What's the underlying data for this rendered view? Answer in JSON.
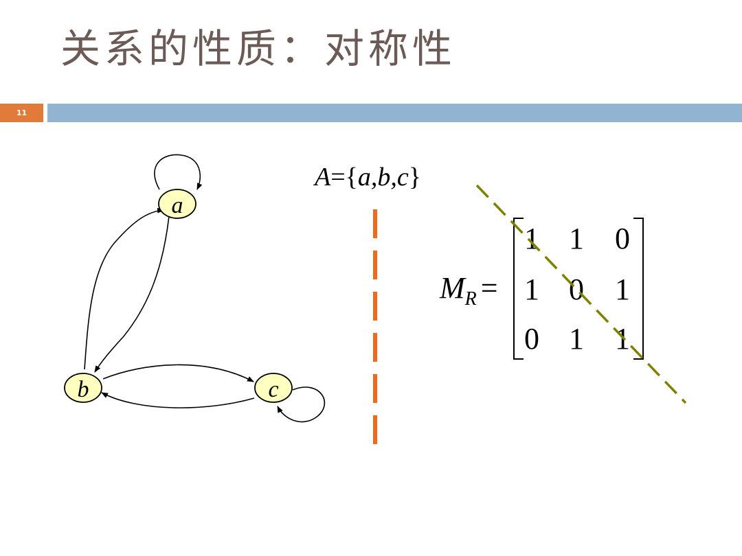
{
  "slide": {
    "title": "关系的性质：对称性",
    "page_number": "11"
  },
  "graph": {
    "nodes": [
      {
        "id": "a",
        "label": "a",
        "self_loop": true
      },
      {
        "id": "b",
        "label": "b",
        "self_loop": false
      },
      {
        "id": "c",
        "label": "c",
        "self_loop": true
      }
    ],
    "edges": [
      {
        "from": "a",
        "to": "b"
      },
      {
        "from": "b",
        "to": "a"
      },
      {
        "from": "b",
        "to": "c"
      },
      {
        "from": "c",
        "to": "b"
      }
    ]
  },
  "set_definition": {
    "name": "A",
    "equals": "=",
    "open": "{",
    "elements": "a,b,c",
    "close": "}"
  },
  "matrix": {
    "name": "M",
    "subscript": "R",
    "equals": "=",
    "rows": [
      [
        "1",
        "1",
        "0"
      ],
      [
        "1",
        "0",
        "1"
      ],
      [
        "0",
        "1",
        "1"
      ]
    ]
  },
  "colors": {
    "title": "#6b5a55",
    "page_number_bg": "#e07b39",
    "header_bar": "#92b4d3",
    "node_fill": "#ffffc0",
    "separator": "#f06a1e",
    "diagonal": "#808000"
  }
}
